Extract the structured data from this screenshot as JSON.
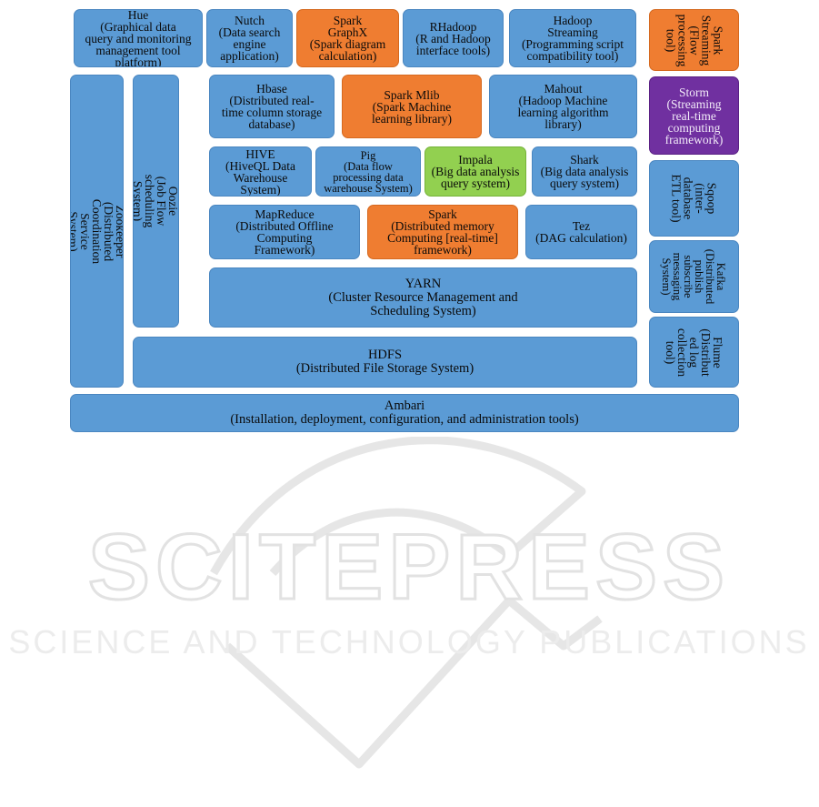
{
  "blocks": {
    "hue": "Hue\n(Graphical data\nquery and monitoring\nmanagement tool\nplatform)",
    "nutch": "Nutch\n(Data search\nengine\napplication)",
    "spark_graphx": "Spark\nGraphX\n(Spark diagram\ncalculation)",
    "rhadoop": "RHadoop\n(R and Hadoop\ninterface tools)",
    "hadoop_streaming": "Hadoop\nStreaming\n(Programming script\ncompatibility tool)",
    "spark_streaming": "Spark\nStreaming\n(Flow\nprocessing\ntool)",
    "zookeeper": "Zookeeper\n(Distributed Coordination Service\nSystem)",
    "oozie": "Oozie\n(Job Flow scheduling\nSystem)",
    "hbase": "Hbase\n(Distributed real-\ntime column storage\ndatabase)",
    "spark_mlib": "Spark Mlib\n(Spark Machine\nlearning library)",
    "mahout": "Mahout\n(Hadoop Machine\nlearning algorithm\nlibrary)",
    "storm": "Storm\n(Streaming\nreal-time\ncomputing\nframework)",
    "hive": "HIVE\n(HiveQL Data\nWarehouse\nSystem)",
    "pig": "Pig\n(Data flow\nprocessing data\nwarehouse System)",
    "impala": "Impala\n(Big data analysis\nquery system)",
    "shark": "Shark\n(Big data analysis\nquery system)",
    "sqoop": "Sqoop\n(inter-\ndatabase\nETL tool)",
    "mapreduce": "MapReduce\n(Distributed Offline\nComputing\nFramework)",
    "spark": "Spark\n(Distributed memory\nComputing [real-time]\nframework)",
    "tez": "Tez\n(DAG calculation)",
    "kafka": "Kafka\n(Distributed\npublish\nsubscribe\nmessaging\nSystem)",
    "yarn": "YARN\n(Cluster Resource Management and\nScheduling System)",
    "flume": "Flume\n(Distribut\ned log\ncollection\ntool)",
    "hdfs": "HDFS\n(Distributed File Storage System)",
    "ambari": "Ambari\n(Installation, deployment, configuration, and administration tools)"
  },
  "watermark": {
    "line1": "SCITEPRESS",
    "line2": "SCIENCE AND TECHNOLOGY PUBLICATIONS"
  },
  "colors": {
    "blue": "#5b9bd5",
    "orange": "#ef7d31",
    "green": "#92d050",
    "purple": "#7030a0"
  }
}
